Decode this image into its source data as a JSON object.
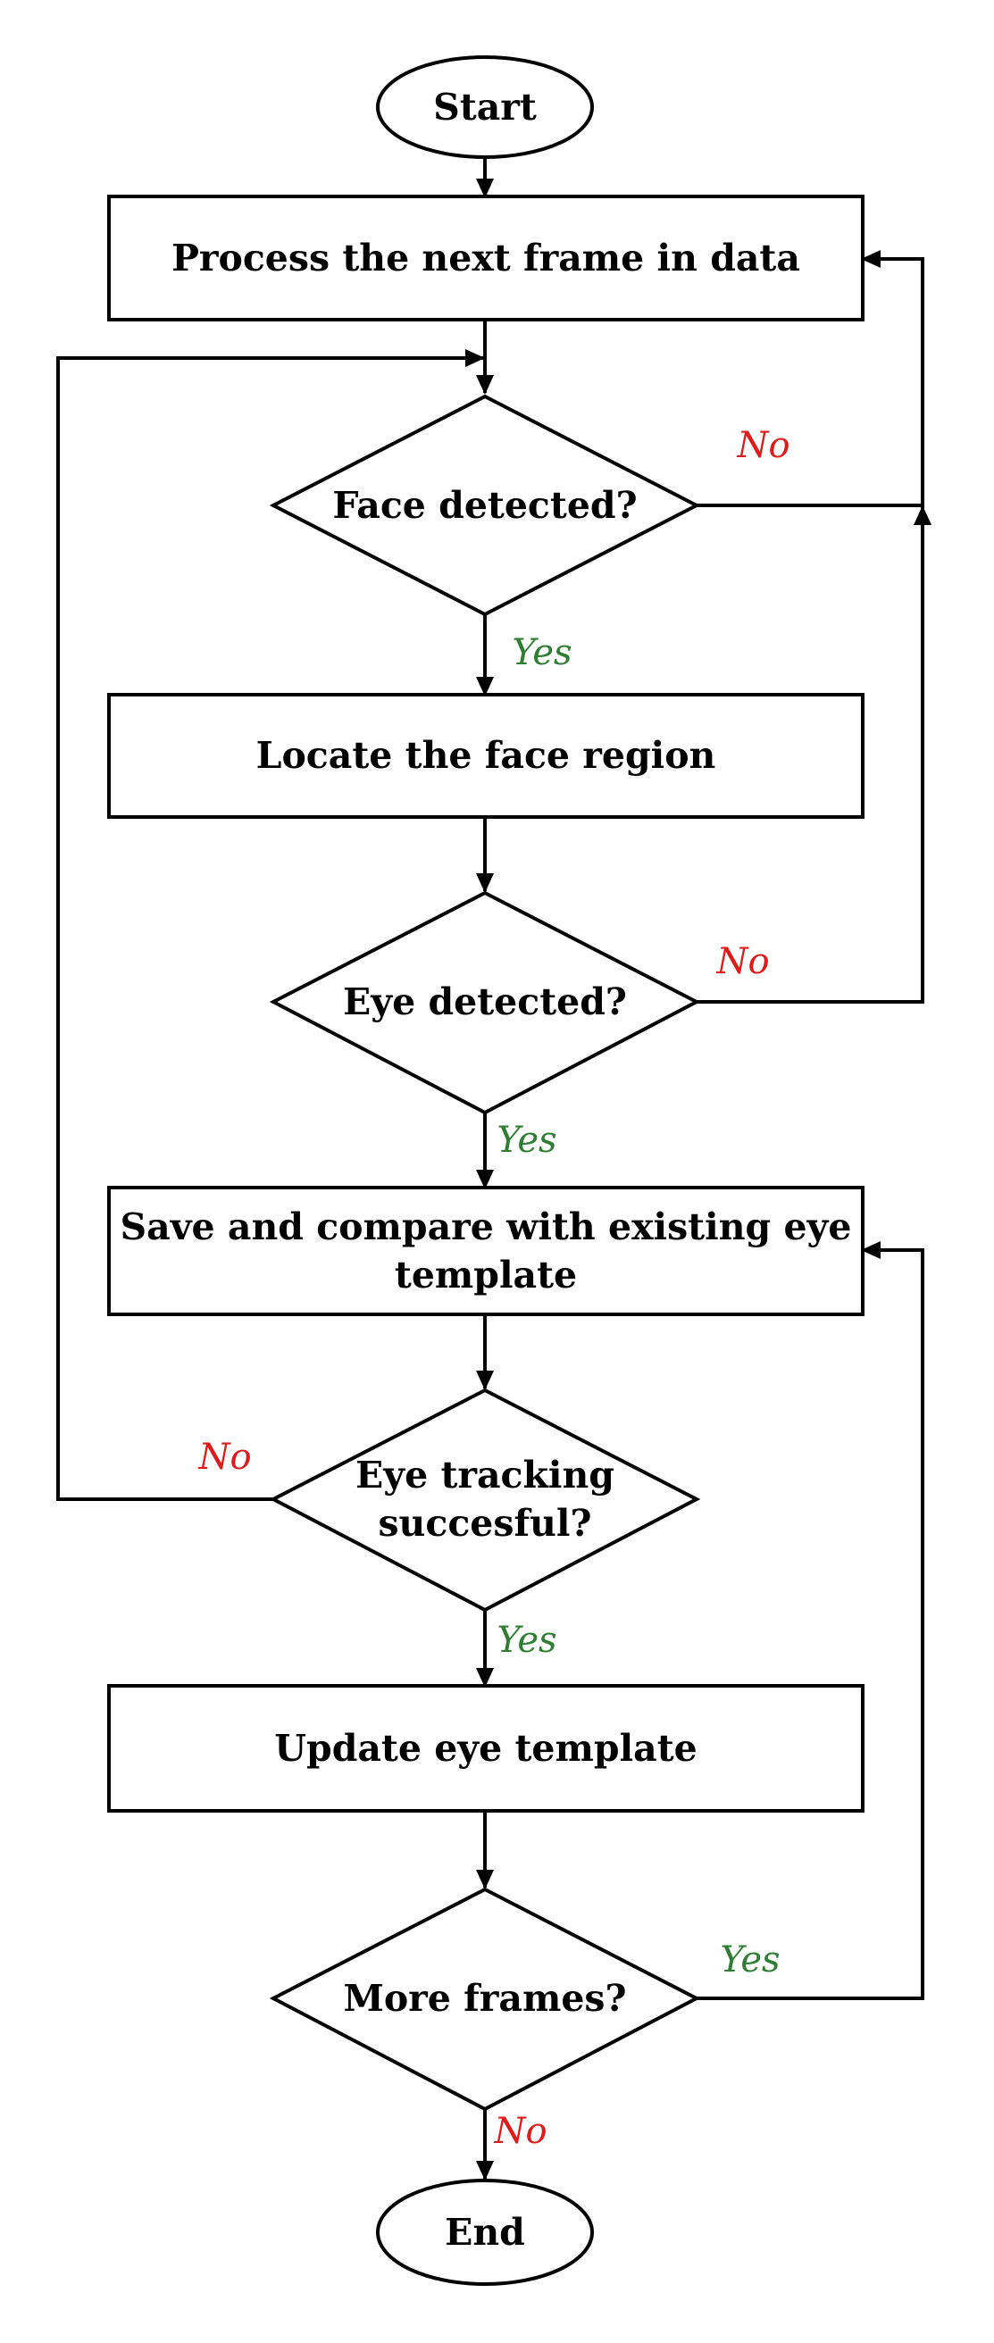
{
  "colors": {
    "no": "#e01b1b",
    "yes": "#2e7d32",
    "line": "#000000"
  },
  "nodes": {
    "start": "Start",
    "process_frame": "Process the next frame in data",
    "face_detected": "Face detected?",
    "locate_face": "Locate the face region",
    "eye_detected": "Eye detected?",
    "save_compare_line1": "Save and compare with existing eye",
    "save_compare_line2": "template",
    "eye_tracking_line1": "Eye tracking",
    "eye_tracking_line2": "succesful?",
    "update_template": "Update eye template",
    "more_frames": "More frames?",
    "end": "End"
  },
  "labels": {
    "face_no": "No",
    "face_yes": "Yes",
    "eye_no": "No",
    "eye_yes": "Yes",
    "tracking_no": "No",
    "tracking_yes": "Yes",
    "more_yes": "Yes",
    "more_no": "No"
  }
}
